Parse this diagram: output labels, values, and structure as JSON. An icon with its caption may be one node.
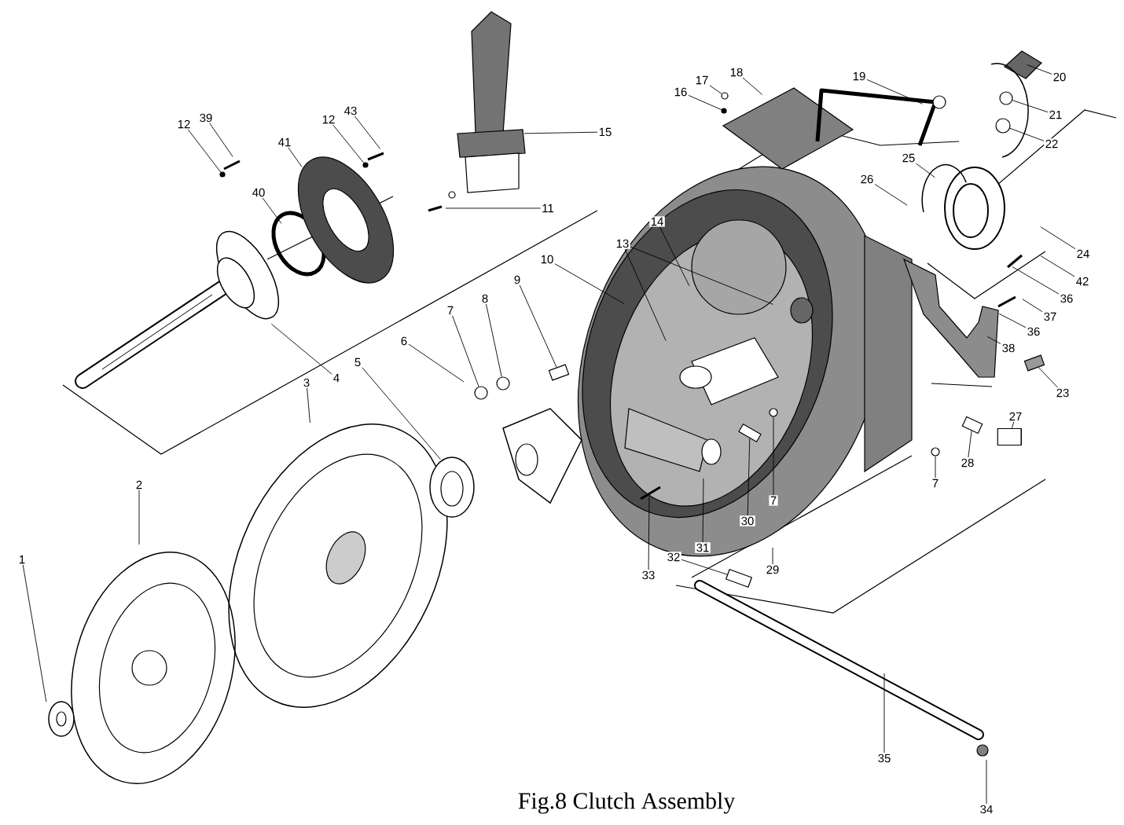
{
  "diagram": {
    "title": "Fig.8  Clutch Assembly",
    "nodes": [
      {
        "text": [
          "20"
        ]
      },
      {
        "text": [
          "18"
        ]
      },
      {
        "text": [
          "19"
        ]
      },
      {
        "text": [
          "17"
        ]
      },
      {
        "text": [
          "16"
        ]
      },
      {
        "text": [
          "21"
        ]
      },
      {
        "text": [
          "39"
        ]
      },
      {
        "text": [
          "12"
        ]
      },
      {
        "text": [
          "43"
        ]
      },
      {
        "text": [
          "12"
        ]
      },
      {
        "text": [
          "41"
        ]
      },
      {
        "text": [
          "15"
        ]
      },
      {
        "text": [
          "22"
        ]
      },
      {
        "text": [
          "25"
        ]
      },
      {
        "text": [
          "26"
        ]
      },
      {
        "text": [
          "40"
        ]
      },
      {
        "text": [
          "11"
        ]
      },
      {
        "text": [
          "14"
        ]
      },
      {
        "text": [
          "13"
        ]
      },
      {
        "text": [
          "24"
        ]
      },
      {
        "text": [
          "10"
        ]
      },
      {
        "text": [
          "42"
        ]
      },
      {
        "text": [
          "9"
        ]
      },
      {
        "text": [
          "36"
        ]
      },
      {
        "text": [
          "8"
        ]
      },
      {
        "text": [
          "7"
        ]
      },
      {
        "text": [
          "37"
        ]
      },
      {
        "text": [
          "36"
        ]
      },
      {
        "text": [
          "6"
        ]
      },
      {
        "text": [
          "38"
        ]
      },
      {
        "text": [
          "5"
        ]
      },
      {
        "text": [
          "4"
        ]
      },
      {
        "text": [
          "3"
        ]
      },
      {
        "text": [
          "23"
        ]
      },
      {
        "text": [
          "27"
        ]
      },
      {
        "text": [
          "28"
        ]
      },
      {
        "text": [
          "7"
        ]
      },
      {
        "text": [
          "2"
        ]
      },
      {
        "text": [
          "7"
        ]
      },
      {
        "text": [
          "30"
        ]
      },
      {
        "text": [
          "31"
        ]
      },
      {
        "text": [
          "32"
        ]
      },
      {
        "text": [
          "1"
        ]
      },
      {
        "text": [
          "29"
        ]
      },
      {
        "text": [
          "33"
        ]
      },
      {
        "text": [
          "35"
        ]
      },
      {
        "text": [
          "34"
        ]
      },
      {
        "text": [],
        "shape": "circle"
      },
      {
        "text": [],
        "shape": "circle"
      },
      {
        "text": [],
        "shape": "circle"
      },
      {
        "text": [],
        "shape": "circle"
      },
      {
        "text": [],
        "shape": "circle"
      },
      {
        "text": [],
        "shape": "circle"
      },
      {
        "text": [],
        "shape": "box"
      },
      {
        "text": [],
        "shape": "circle"
      },
      {
        "text": [],
        "shape": "circle"
      },
      {
        "text": [],
        "shape": "box"
      },
      {
        "text": [],
        "shape": "cylinder"
      },
      {
        "text": [],
        "shape": "box"
      },
      {
        "text": [],
        "shape": "circle"
      },
      {
        "text": [],
        "shape": "circle"
      },
      {
        "text": [],
        "shape": "box"
      },
      {
        "text": [],
        "shape": "box"
      }
    ],
    "edges": [
      {
        "from": 0,
        "to": null,
        "arrow": "none"
      },
      {
        "from": 1,
        "to": null,
        "arrow": "none"
      },
      {
        "from": 2,
        "to": null,
        "arrow": "none"
      },
      {
        "from": 3,
        "to": 49,
        "arrow": "none"
      },
      {
        "from": 4,
        "to": 50,
        "arrow": "none"
      },
      {
        "from": 5,
        "to": 51,
        "arrow": "none"
      },
      {
        "from": 6,
        "to": null,
        "arrow": "none"
      },
      {
        "from": 7,
        "to": 47,
        "arrow": "none"
      },
      {
        "from": 8,
        "to": null,
        "arrow": "none"
      },
      {
        "from": 9,
        "to": 48,
        "arrow": "none"
      },
      {
        "from": 10,
        "to": null,
        "arrow": "none"
      },
      {
        "from": 11,
        "to": null,
        "arrow": "none"
      },
      {
        "from": 12,
        "to": 52,
        "arrow": "none"
      },
      {
        "from": 13,
        "to": null,
        "arrow": "none"
      },
      {
        "from": 14,
        "to": null,
        "arrow": "none"
      },
      {
        "from": 15,
        "to": null,
        "arrow": "none"
      },
      {
        "from": 16,
        "to": null,
        "arrow": "none"
      },
      {
        "from": 17,
        "to": null,
        "arrow": "none"
      },
      {
        "from": 18,
        "to": null,
        "arrow": "none"
      },
      {
        "from": 18,
        "to": null,
        "arrow": "none"
      },
      {
        "from": 19,
        "to": null,
        "arrow": "none"
      },
      {
        "from": 20,
        "to": null,
        "arrow": "none"
      },
      {
        "from": 21,
        "to": null,
        "arrow": "none"
      },
      {
        "from": 22,
        "to": 53,
        "arrow": "none"
      },
      {
        "from": 23,
        "to": null,
        "arrow": "none"
      },
      {
        "from": 24,
        "to": 54,
        "arrow": "none"
      },
      {
        "from": 25,
        "to": 55,
        "arrow": "none"
      },
      {
        "from": 26,
        "to": null,
        "arrow": "none"
      },
      {
        "from": 27,
        "to": null,
        "arrow": "none"
      },
      {
        "from": 28,
        "to": null,
        "arrow": "none"
      },
      {
        "from": 29,
        "to": null,
        "arrow": "none"
      },
      {
        "from": 30,
        "to": null,
        "arrow": "none"
      },
      {
        "from": 31,
        "to": null,
        "arrow": "none"
      },
      {
        "from": 32,
        "to": null,
        "arrow": "none"
      },
      {
        "from": 33,
        "to": 56,
        "arrow": "none"
      },
      {
        "from": 34,
        "to": 57,
        "arrow": "none"
      },
      {
        "from": 35,
        "to": 58,
        "arrow": "none"
      },
      {
        "from": 36,
        "to": 59,
        "arrow": "none"
      },
      {
        "from": 37,
        "to": null,
        "arrow": "none"
      },
      {
        "from": 38,
        "to": 60,
        "arrow": "none"
      },
      {
        "from": 39,
        "to": 61,
        "arrow": "none"
      },
      {
        "from": 40,
        "to": null,
        "arrow": "none"
      },
      {
        "from": 41,
        "to": 62,
        "arrow": "none"
      },
      {
        "from": 42,
        "to": null,
        "arrow": "none"
      },
      {
        "from": 43,
        "to": null,
        "arrow": "none"
      },
      {
        "from": 44,
        "to": null,
        "arrow": "none"
      },
      {
        "from": 45,
        "to": null,
        "arrow": "none"
      },
      {
        "from": 46,
        "to": null,
        "arrow": "none"
      }
    ]
  }
}
